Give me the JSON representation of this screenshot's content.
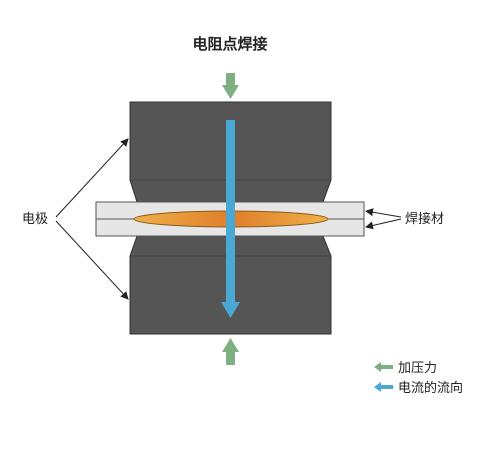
{
  "title": "电阻点焊接",
  "labels": {
    "electrode": "电极",
    "weld_material": "焊接材"
  },
  "legend": [
    {
      "key": "pressure",
      "label": "加压力",
      "color": "#7fb081"
    },
    {
      "key": "current",
      "label": "电流的流向",
      "color": "#4aa8d4"
    }
  ],
  "colors": {
    "electrode": "#555555",
    "plate": "#e6e6e6",
    "nugget_center": "#e07e2a",
    "nugget_edge": "#f0b04a",
    "pressure_arrow": "#7fb081",
    "current_arrow": "#4aa8d4"
  }
}
